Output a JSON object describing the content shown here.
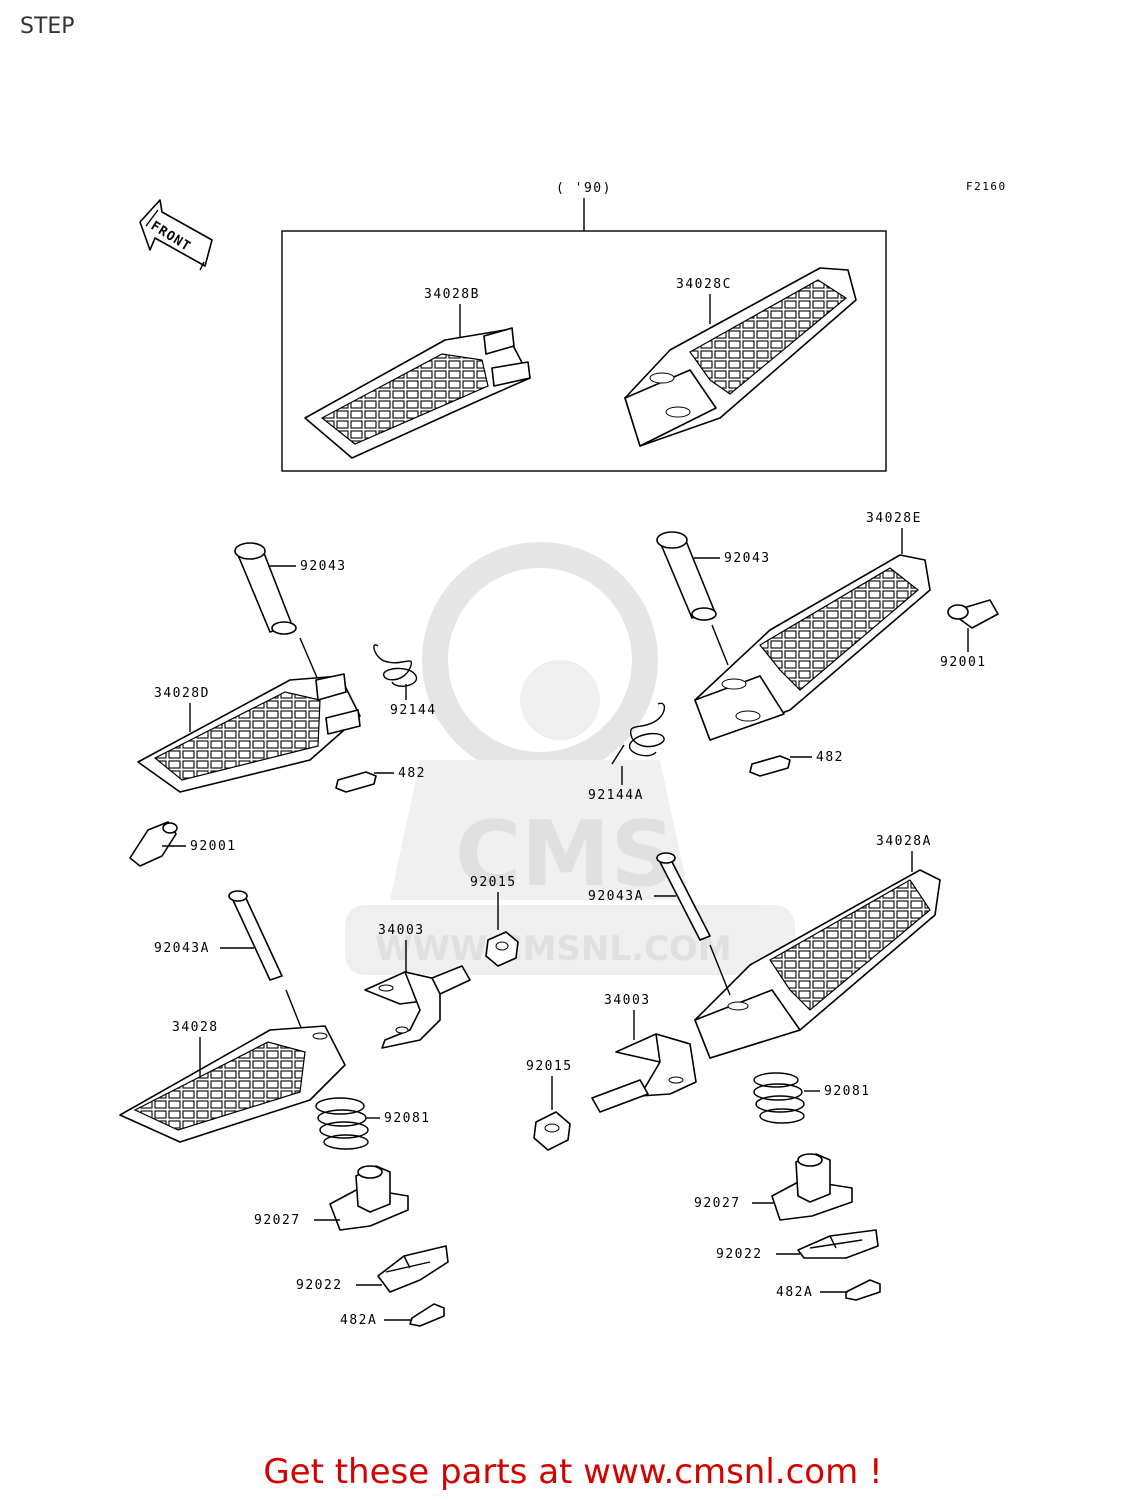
{
  "page": {
    "title": "STEP"
  },
  "diagram": {
    "figure_code": "F2160",
    "group_note": "( '90)",
    "direction_label": "FRONT",
    "watermark": {
      "brand": "CMS",
      "site": "WWW.CMSNL.COM"
    },
    "parts": [
      "34028B",
      "34028C",
      "34028E",
      "92043",
      "92043",
      "34028D",
      "92144",
      "92001",
      "482",
      "92144A",
      "482",
      "92001",
      "34028A",
      "92015",
      "92043A",
      "34003",
      "92043A",
      "34003",
      "34028",
      "92015",
      "92081",
      "92081",
      "92027",
      "92027",
      "92022",
      "92022",
      "482A",
      "482A"
    ]
  },
  "footer": {
    "link_text": "Get these parts at www.cmsnl.com !"
  }
}
